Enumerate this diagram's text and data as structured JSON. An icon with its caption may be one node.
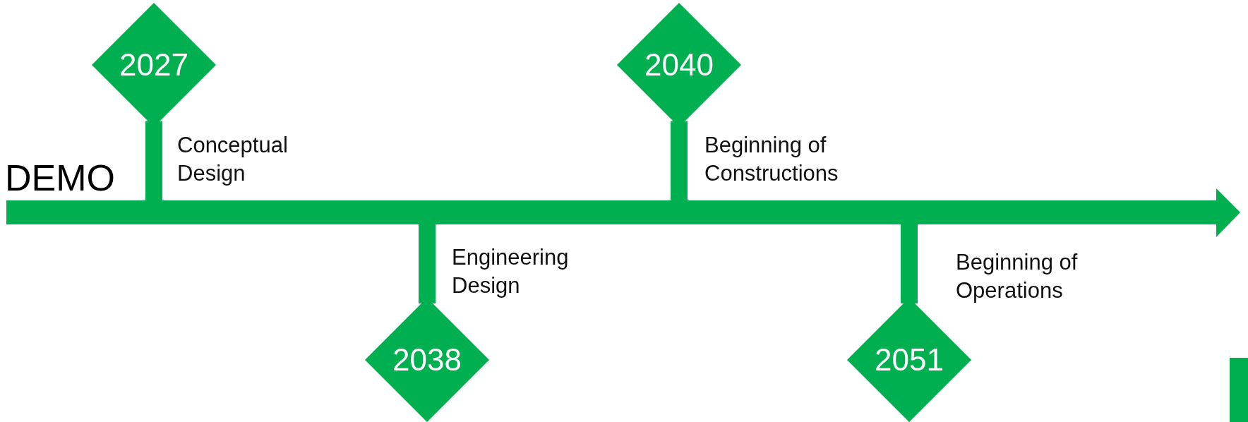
{
  "diagram": {
    "nodes": [
      {
        "text": [
          "2027"
        ],
        "beside": [
          "Conceptual Design"
        ]
      },
      {
        "text": [
          "2038"
        ],
        "beside": [
          "Engineering Design"
        ]
      },
      {
        "text": [
          "2040"
        ],
        "beside": [
          "Beginning of Constructions"
        ]
      },
      {
        "text": [
          "2051"
        ],
        "beside": [
          "Beginning of Operations"
        ]
      }
    ],
    "labels": [
      "DEMO"
    ]
  }
}
